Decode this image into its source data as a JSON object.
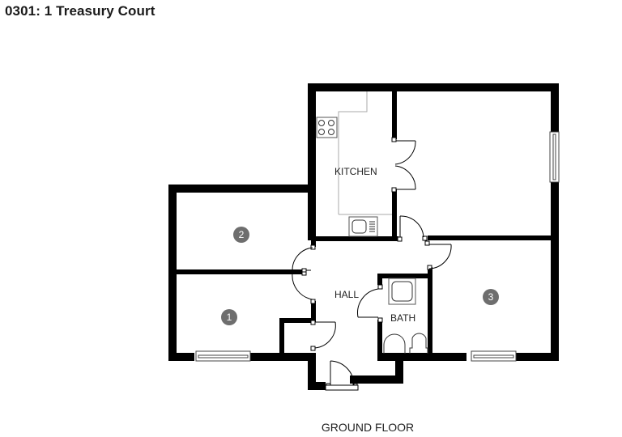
{
  "header": {
    "title": "0301: 1 Treasury Court"
  },
  "plan": {
    "floor_label": "GROUND FLOOR",
    "rooms": {
      "kitchen": {
        "label": "KITCHEN"
      },
      "hall": {
        "label": "HALL"
      },
      "bath": {
        "label": "BATH"
      },
      "bedroom1": {
        "badge": "1"
      },
      "bedroom2": {
        "badge": "2"
      },
      "bedroom3": {
        "badge": "3"
      }
    },
    "colors": {
      "wall": "#000000",
      "badge": "#6e6e6e",
      "fixture_line": "#aaaaaa"
    }
  }
}
